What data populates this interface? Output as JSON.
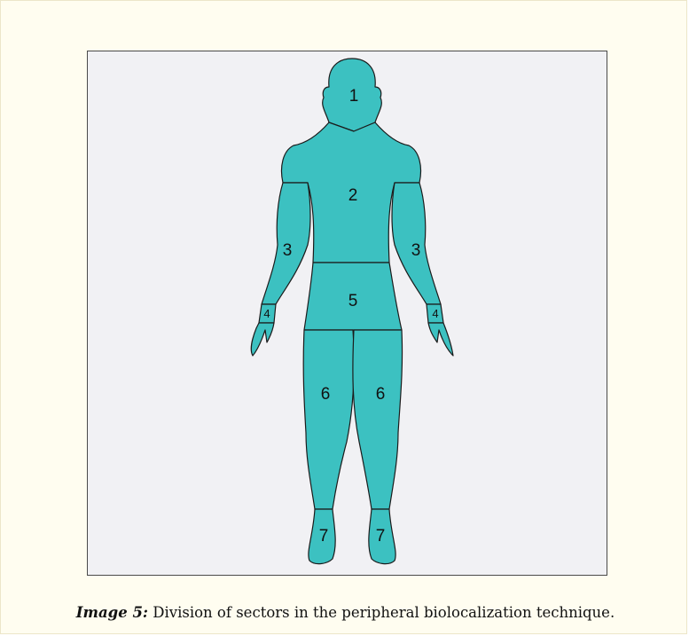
{
  "figure": {
    "fill_color": "#3cc1c1",
    "background_color": "#f1f1f4",
    "sectors": [
      {
        "id": "head",
        "label": "1"
      },
      {
        "id": "trunk",
        "label": "2"
      },
      {
        "id": "left-arm",
        "label": "3"
      },
      {
        "id": "right-arm",
        "label": "3"
      },
      {
        "id": "left-wrist",
        "label": "4"
      },
      {
        "id": "right-wrist",
        "label": "4"
      },
      {
        "id": "pelvis",
        "label": "5"
      },
      {
        "id": "left-leg",
        "label": "6"
      },
      {
        "id": "right-leg",
        "label": "6"
      },
      {
        "id": "left-foot",
        "label": "7"
      },
      {
        "id": "right-foot",
        "label": "7"
      }
    ]
  },
  "caption": {
    "label": "Image 5:",
    "text": " Division of sectors in the peripheral biolocalization technique."
  }
}
